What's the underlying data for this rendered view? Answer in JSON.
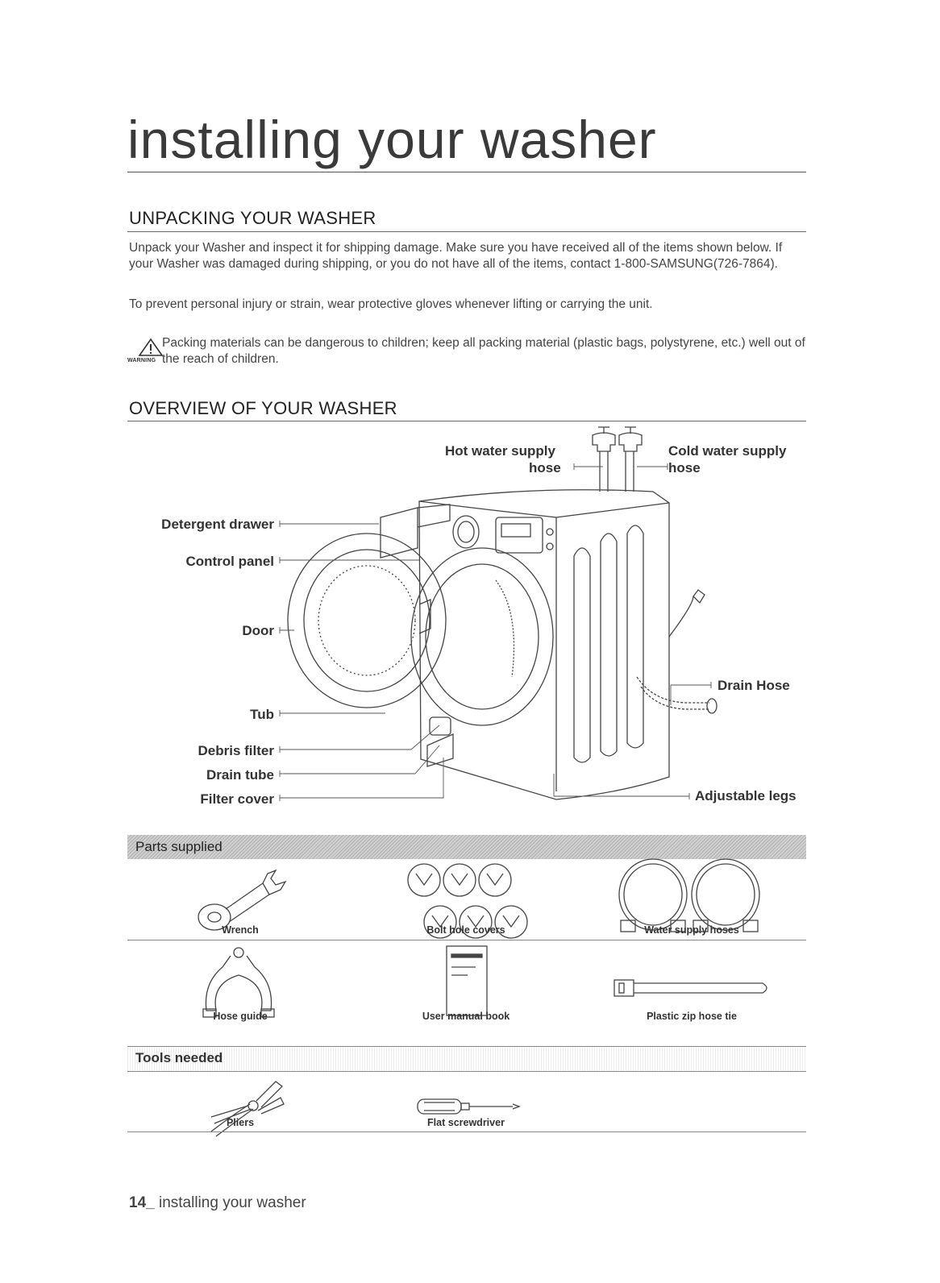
{
  "page": {
    "title": "installing your washer",
    "footer_number": "14_",
    "footer_text": " installing your washer"
  },
  "unpacking": {
    "heading": "UNPACKING YOUR WASHER",
    "paragraph1": "Unpack your Washer and inspect it for shipping damage. Make sure you have received all of the items shown below. If your Washer was damaged during shipping, or you do not have all of the items, contact 1-800-SAMSUNG(726-7864).",
    "paragraph2": "To prevent personal injury or strain, wear protective gloves whenever lifting or carrying the unit.",
    "warning_label": "WARNING",
    "warning_text": "Packing materials can be dangerous to children; keep all packing material (plastic bags, polystyrene, etc.) well out of the reach of children."
  },
  "overview": {
    "heading": "OVERVIEW OF YOUR WASHER",
    "hot_water_1": "Hot water supply",
    "hot_water_2": "hose",
    "cold_water_1": "Cold water supply",
    "cold_water_2": "hose",
    "detergent_drawer": "Detergent drawer",
    "control_panel": "Control panel",
    "door": "Door",
    "tub": "Tub",
    "debris_filter": "Debris filter",
    "drain_tube": "Drain tube",
    "filter_cover": "Filter cover",
    "drain_hose": "Drain Hose",
    "adjustable_legs": "Adjustable legs"
  },
  "parts": {
    "heading": "Parts supplied",
    "items": [
      "Wrench",
      "Bolt hole covers",
      "Water supply hoses",
      "Hose guide",
      "User manual book",
      "Plastic zip hose tie"
    ]
  },
  "tools": {
    "heading": "Tools needed",
    "items": [
      "Pliers",
      "Flat screwdriver"
    ]
  }
}
